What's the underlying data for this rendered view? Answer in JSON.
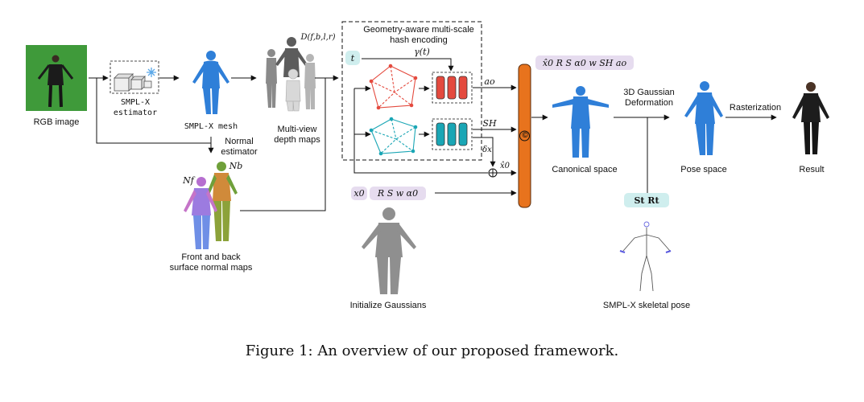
{
  "labels": {
    "rgb_image": "RGB image",
    "smplx_estimator": "SMPL-X\nestimator",
    "smplx_mesh": "SMPL-X mesh",
    "normal_estimator": "Normal\nestimator",
    "normal_maps": "Front and back\nsurface normal maps",
    "depth_maps": "Multi-view\ndepth maps",
    "depth_symbol": "D(f,b,l,r)",
    "nf": "Nf",
    "nb": "Nb",
    "hash_title": "Geometry-aware multi-scale\nhash encoding",
    "t_chip": "t",
    "gamma": "γ(t)",
    "ao": "ao",
    "sh": "SH",
    "delta": "δx",
    "x0_hat": "x̂0",
    "top_attrs": "x̂0  R  S  α0  w  SH ao",
    "x0_chip": "x0",
    "init_attrs": "R  S  w  α0",
    "concat": "©",
    "init_gaussians": "Initialize Gaussians",
    "canonical": "Canonical space",
    "deformation": "3D Gaussian\nDeformation",
    "pose_space": "Pose space",
    "rasterization": "Rasterization",
    "result": "Result",
    "st_rt": "St   Rt",
    "skeletal": "SMPL-X skeletal pose",
    "caption": "Figure 1: An overview of our proposed framework."
  },
  "colors": {
    "green_screen": "#3f9a3a",
    "body_blue": "#2f7fd8",
    "orange": "#e8731d",
    "red": "#e44a3e",
    "teal": "#1aa6b5",
    "purple_chip": "#e6dcef",
    "teal_chip": "#cfeeee",
    "dark": "#222222"
  },
  "icons": [
    "snowflake-icon",
    "cube-icon"
  ]
}
